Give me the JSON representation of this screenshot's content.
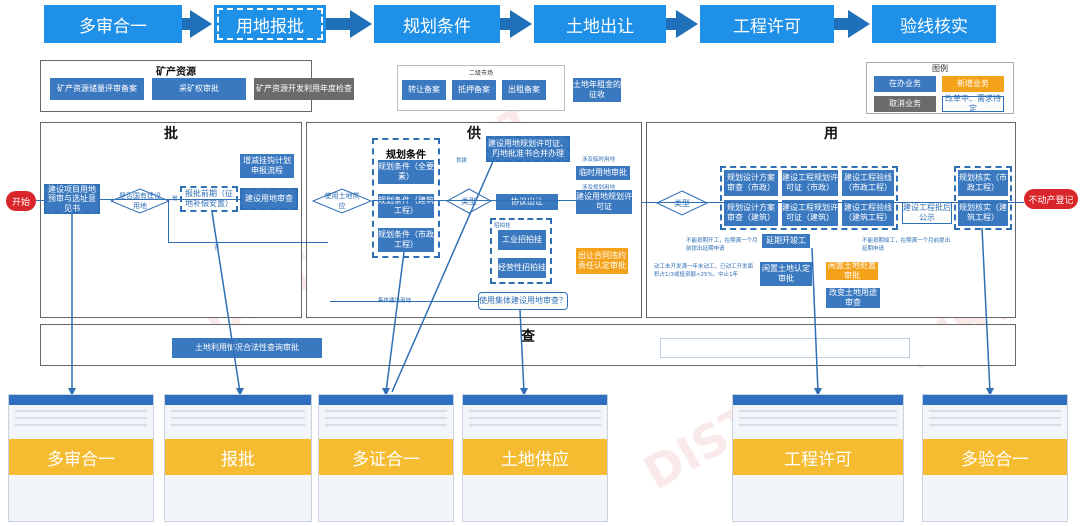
{
  "stages": [
    "多审合一",
    "用地报批",
    "规划条件",
    "土地出让",
    "工程许可",
    "验线核实"
  ],
  "mineral": {
    "title": "矿产资源",
    "items": [
      "矿产资源储量评审备案",
      "采矿权审批",
      "矿产资源开发利用年度检查"
    ]
  },
  "secondary_market": {
    "title": "二级市场",
    "items": [
      "转让备案",
      "抵押备案",
      "出租备案"
    ],
    "extra": "土地年租金的征收"
  },
  "legend": {
    "title": "图例",
    "items": [
      "在办业务",
      "新增业务",
      "取消业务",
      "改革中、需求待定"
    ]
  },
  "sections": {
    "pi": "批",
    "gong": "供",
    "yong": "用",
    "cha": "查"
  },
  "start": "开始",
  "end": "不动产登记",
  "pi_panel": {
    "box1": "建设项目用地预审与选址意见书",
    "decision": "是否国有建设用地",
    "box2": "报批前期（征地补偿安置）",
    "box3": "建设用地审查",
    "box4": "增减挂钩计划申报流程",
    "yes": "是",
    "no": "否"
  },
  "gong_panel": {
    "decision": "使用土地供应",
    "plan_title": "规划条件",
    "plan_items": [
      "规划条件（全要素）",
      "规划条件（建筑工程）",
      "规划条件（市政工程）"
    ],
    "merged": "建设用地规划许可证、用地批准书合并办理",
    "type": "类型",
    "allot": "划拨",
    "transfer": "协议出让",
    "temp": "临时用地审批",
    "permit": "建设用地规划许可证",
    "bid_title": "招拍挂",
    "bid1": "工业招拍挂",
    "bid2": "经营性招拍挂",
    "contract": "出让合同违约责任认定审批",
    "collective": "使用集体建设用地审查？",
    "note_temp": "涉及临时用地",
    "note_plan": "涉及规划用地",
    "note_allot": "划拨",
    "note_collective": "集体建设用地"
  },
  "yong_panel": {
    "type": "类型",
    "row1": [
      "规划设计方案审查（市政）",
      "建设工程规划许可证（市政）",
      "建设工程验线（市政工程）"
    ],
    "row2": [
      "规划设计方案审查（建筑）",
      "建设工程规划许可证（建筑）",
      "建设工程验线（建筑工程）"
    ],
    "publicity": "建设工程批后公示",
    "verify": [
      "规划核实（市政工程）",
      "规划核实（建筑工程）"
    ],
    "delay": "延期开竣工",
    "idle": "闲置土地认定审批",
    "idle_handle": "闲置土地处置审批",
    "change": "改变土地用途审查",
    "note1": "不能按期开工，在期满一个月前提出延期申请",
    "note2": "不能按期竣工，在期满一个月前提出延期申请",
    "note3": "动工未开发满一年未动工，已动工开发面积占1/3或投资额<25%，中止1年"
  },
  "cha_panel": {
    "item": "土地利用情况合法性查询审批"
  },
  "screens": [
    "多审合一",
    "报批",
    "多证合一",
    "土地供应",
    "工程许可",
    "多验合一"
  ],
  "watermark": "DIST",
  "colors": {
    "stage": "#1e90e8",
    "box": "#3a78c0",
    "new": "#f5a21b",
    "cancel": "#6b6b6b",
    "end": "#d9262a"
  }
}
